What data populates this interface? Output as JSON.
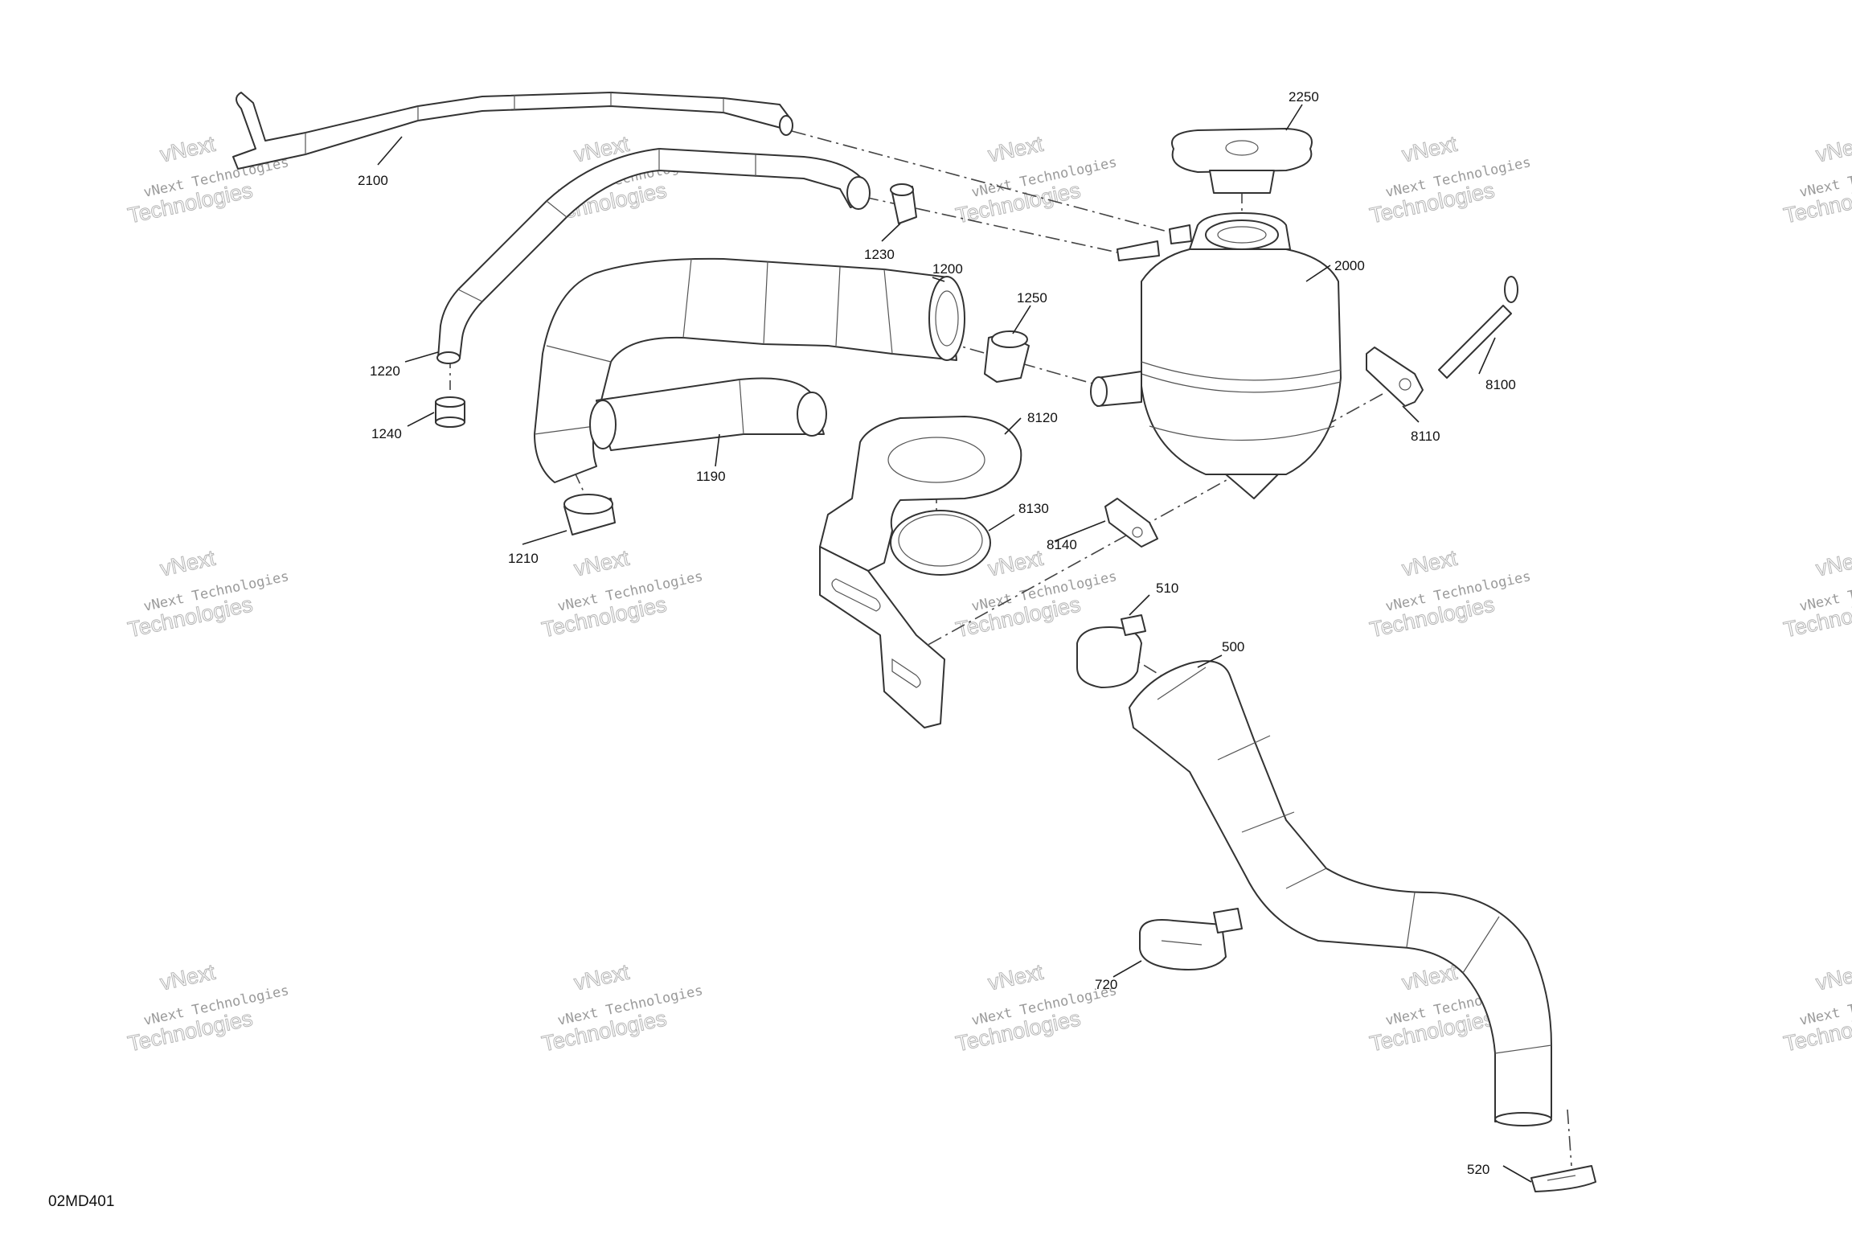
{
  "figure_code": "02MD401",
  "watermark": {
    "line1": "vNext Technologies",
    "line2": "Technologies",
    "line3": "vNext"
  },
  "callouts": [
    {
      "id": "2100",
      "label": "2100"
    },
    {
      "id": "2250",
      "label": "2250"
    },
    {
      "id": "1230",
      "label": "1230"
    },
    {
      "id": "1200",
      "label": "1200"
    },
    {
      "id": "1250",
      "label": "1250"
    },
    {
      "id": "2000",
      "label": "2000"
    },
    {
      "id": "1220",
      "label": "1220"
    },
    {
      "id": "1240",
      "label": "1240"
    },
    {
      "id": "1190",
      "label": "1190"
    },
    {
      "id": "8120",
      "label": "8120"
    },
    {
      "id": "8100",
      "label": "8100"
    },
    {
      "id": "8110",
      "label": "8110"
    },
    {
      "id": "1210",
      "label": "1210"
    },
    {
      "id": "8130",
      "label": "8130"
    },
    {
      "id": "8140",
      "label": "8140"
    },
    {
      "id": "510",
      "label": "510"
    },
    {
      "id": "500",
      "label": "500"
    },
    {
      "id": "720",
      "label": "720"
    },
    {
      "id": "520",
      "label": "520"
    }
  ]
}
